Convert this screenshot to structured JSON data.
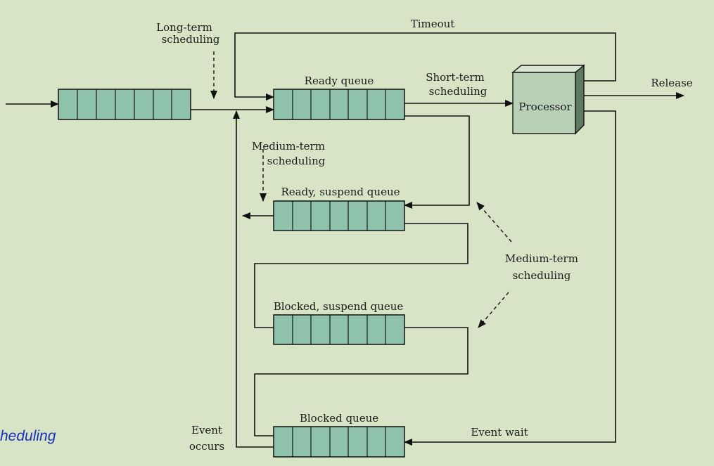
{
  "diagram": {
    "labels": {
      "long_term": [
        "Long-term",
        "scheduling"
      ],
      "timeout": "Timeout",
      "ready_queue": "Ready queue",
      "short_term": [
        "Short-term",
        "scheduling"
      ],
      "processor": "Processor",
      "release": "Release",
      "medium_term_left": [
        "Medium-term",
        "scheduling"
      ],
      "ready_suspend_queue": "Ready, suspend queue",
      "medium_term_right": [
        "Medium-term",
        "scheduling"
      ],
      "blocked_suspend_queue": "Blocked, suspend queue",
      "blocked_queue": "Blocked queue",
      "event_occurs": [
        "Event",
        "occurs"
      ],
      "event_wait": "Event wait"
    },
    "caption": "heduling"
  },
  "colors": {
    "background": "#d7e4c5",
    "queue_fill": "#8fc2ab",
    "processor_front": "#b8d1b6",
    "processor_top": "#d8e6d2",
    "processor_side": "#5f7a62",
    "caption": "#1a2fbf"
  }
}
